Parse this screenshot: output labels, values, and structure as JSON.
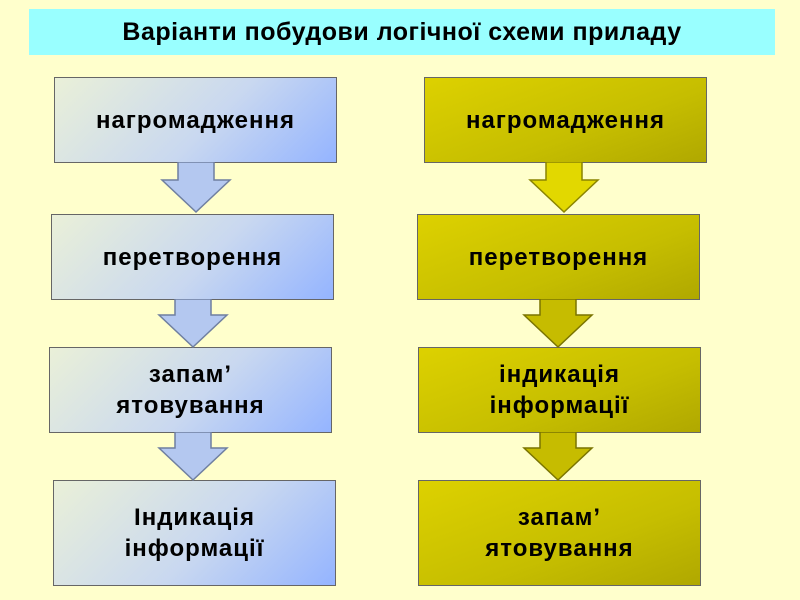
{
  "title": "Варіанти побудови логічної схеми приладу",
  "left_column": {
    "steps": [
      "нагромадження",
      "перетворення",
      "запам’\nятовування",
      "Індикація\nінформації"
    ]
  },
  "right_column": {
    "steps": [
      "нагромадження",
      "перетворення",
      "індикація\nінформації",
      "запам’\nятовування"
    ]
  },
  "colors": {
    "background": "#FFFFCC",
    "title_bg": "#99FFFF",
    "left_box_gradient_end": "#94B4FF",
    "right_box": "#C6BE00",
    "left_arrow": "#B4C8F0",
    "right_arrow": "#D6CC00"
  }
}
